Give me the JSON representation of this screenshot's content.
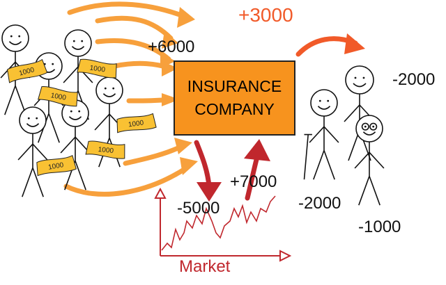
{
  "company": {
    "line1": "INSURANCE",
    "line2": "COMPANY"
  },
  "flows": {
    "premiums_in": "+6000",
    "profit": "+3000",
    "invested": "-5000",
    "returns": "+7000"
  },
  "claims": [
    "-2000",
    "-2000",
    "-1000"
  ],
  "market": {
    "label": "Market"
  },
  "banknote_value": "1000",
  "colors": {
    "box_fill": "#f7931e",
    "premium_arrow": "#f7a03c",
    "profit_arrow": "#f15a29",
    "market_arrow": "#c0272d",
    "market_axis": "#c0272d",
    "banknote": "#f9c133",
    "text": "#111111"
  },
  "icons": [
    "stick-figure-icon",
    "banknote-icon",
    "crutch-icon",
    "glasses-icon",
    "arrow-icon"
  ]
}
